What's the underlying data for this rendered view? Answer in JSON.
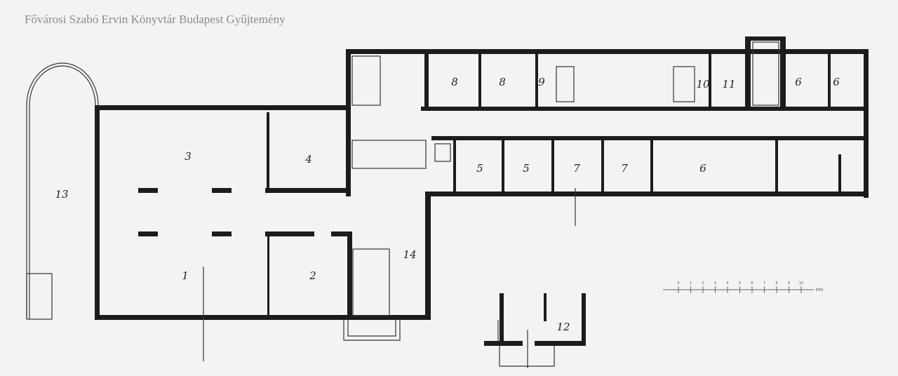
{
  "watermark": "Fővárosi Szabó Ervin Könyvtár Budapest Gyűjtemény",
  "rooms": {
    "r13": "13",
    "r3": "3",
    "r4": "4",
    "r1": "1",
    "r2": "2",
    "r14": "14",
    "r8a": "8",
    "r8b": "8",
    "r9": "9",
    "r10": "10",
    "r11": "11",
    "r6a": "6",
    "r6b": "6",
    "r5a": "5",
    "r5b": "5",
    "r7a": "7",
    "r7b": "7",
    "r6c": "6",
    "r12": "12"
  },
  "scale": {
    "ticks": [
      "0",
      "1",
      "2",
      "3",
      "4",
      "5",
      "6",
      "7",
      "8",
      "9",
      "10"
    ],
    "unit": "MTR"
  }
}
